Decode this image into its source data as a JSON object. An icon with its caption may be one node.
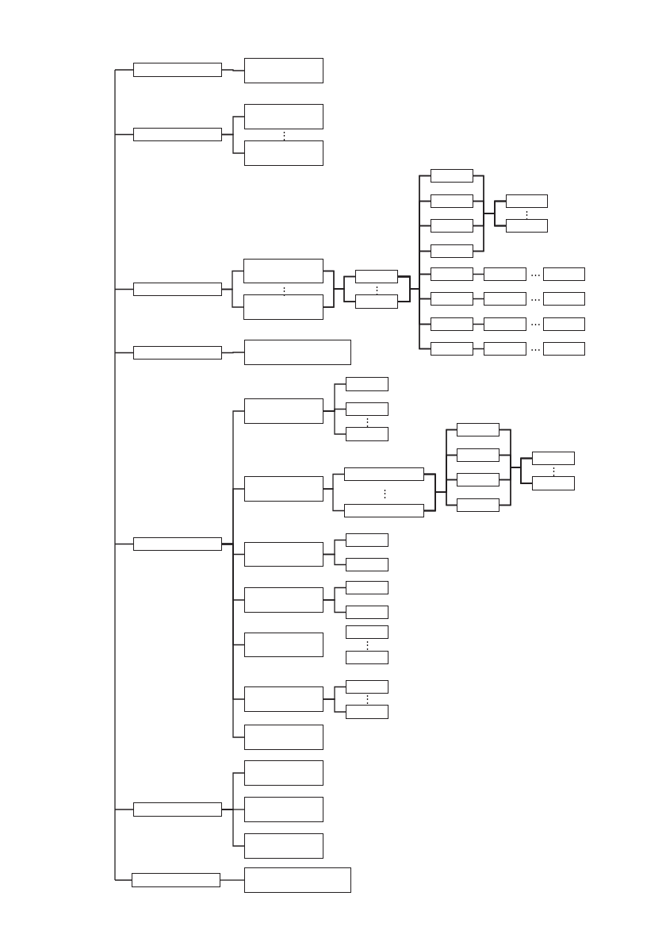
{
  "diagram": {
    "nodes": [
      {
        "text": [],
        "shape": "box"
      },
      {
        "text": [],
        "shape": "box"
      },
      {
        "text": [],
        "shape": "box"
      },
      {
        "text": [],
        "shape": "box"
      },
      {
        "text": [],
        "shape": "box"
      },
      {
        "text": [],
        "shape": "box"
      },
      {
        "text": [],
        "shape": "box"
      },
      {
        "text": [],
        "shape": "box"
      },
      {
        "text": [],
        "shape": "box"
      },
      {
        "text": [],
        "shape": "box"
      },
      {
        "text": [],
        "shape": "box"
      },
      {
        "text": [],
        "shape": "box"
      },
      {
        "text": [],
        "shape": "box"
      },
      {
        "text": [],
        "shape": "box"
      },
      {
        "text": [],
        "shape": "box"
      },
      {
        "text": [],
        "shape": "box"
      },
      {
        "text": [],
        "shape": "box"
      },
      {
        "text": [],
        "shape": "box"
      },
      {
        "text": [],
        "shape": "box"
      },
      {
        "text": [],
        "shape": "box"
      },
      {
        "text": [],
        "shape": "box"
      },
      {
        "text": [],
        "shape": "box"
      },
      {
        "text": [],
        "shape": "box"
      },
      {
        "text": [],
        "shape": "box"
      },
      {
        "text": [],
        "shape": "box"
      },
      {
        "text": [],
        "shape": "box"
      },
      {
        "text": [],
        "shape": "box"
      },
      {
        "text": [],
        "shape": "box"
      },
      {
        "text": [],
        "shape": "box"
      },
      {
        "text": [],
        "shape": "box"
      },
      {
        "text": [],
        "shape": "box"
      },
      {
        "text": [],
        "shape": "box"
      },
      {
        "text": [],
        "shape": "box"
      },
      {
        "text": [],
        "shape": "box"
      },
      {
        "text": [],
        "shape": "box"
      },
      {
        "text": [],
        "shape": "box"
      },
      {
        "text": [],
        "shape": "box"
      },
      {
        "text": [],
        "shape": "box"
      },
      {
        "text": [],
        "shape": "box"
      },
      {
        "text": [],
        "shape": "box"
      },
      {
        "text": [],
        "shape": "box"
      },
      {
        "text": [],
        "shape": "box"
      },
      {
        "text": [],
        "shape": "box"
      },
      {
        "text": [],
        "shape": "box"
      },
      {
        "text": [],
        "shape": "box"
      },
      {
        "text": [],
        "shape": "box"
      },
      {
        "text": [],
        "shape": "box"
      },
      {
        "text": [],
        "shape": "box"
      },
      {
        "text": [],
        "shape": "box"
      },
      {
        "text": [],
        "shape": "box"
      },
      {
        "text": [],
        "shape": "box"
      },
      {
        "text": [],
        "shape": "box"
      },
      {
        "text": [],
        "shape": "box"
      },
      {
        "text": [],
        "shape": "box"
      },
      {
        "text": [],
        "shape": "box"
      },
      {
        "text": [],
        "shape": "box"
      },
      {
        "text": [],
        "shape": "box"
      },
      {
        "text": [],
        "shape": "box"
      },
      {
        "text": [],
        "shape": "box"
      },
      {
        "text": [],
        "shape": "box"
      },
      {
        "text": [],
        "shape": "box"
      },
      {
        "text": [],
        "shape": "box"
      },
      {
        "text": [],
        "shape": "box"
      }
    ],
    "edges": [
      {
        "from": 0,
        "to": 1,
        "arrow": "none"
      },
      {
        "from": 2,
        "to": 3,
        "arrow": "none"
      },
      {
        "from": 2,
        "to": 4,
        "arrow": "none"
      },
      {
        "from": 5,
        "to": 6,
        "arrow": "none"
      },
      {
        "from": 5,
        "to": 7,
        "arrow": "none"
      },
      {
        "from": 6,
        "to": 8,
        "arrow": "none"
      },
      {
        "from": 6,
        "to": 9,
        "arrow": "none"
      },
      {
        "from": 7,
        "to": 8,
        "arrow": "none"
      },
      {
        "from": 7,
        "to": 9,
        "arrow": "none"
      },
      {
        "from": 8,
        "to": 10,
        "arrow": "none"
      },
      {
        "from": 8,
        "to": 11,
        "arrow": "none"
      },
      {
        "from": 8,
        "to": 12,
        "arrow": "none"
      },
      {
        "from": 8,
        "to": 13,
        "arrow": "none"
      },
      {
        "from": 8,
        "to": 14,
        "arrow": "none"
      },
      {
        "from": 8,
        "to": 15,
        "arrow": "none"
      },
      {
        "from": 8,
        "to": 16,
        "arrow": "none"
      },
      {
        "from": 8,
        "to": 17,
        "arrow": "none"
      },
      {
        "from": 9,
        "to": 10,
        "arrow": "none"
      },
      {
        "from": 9,
        "to": 11,
        "arrow": "none"
      },
      {
        "from": 9,
        "to": 12,
        "arrow": "none"
      },
      {
        "from": 9,
        "to": 13,
        "arrow": "none"
      },
      {
        "from": 9,
        "to": 14,
        "arrow": "none"
      },
      {
        "from": 9,
        "to": 15,
        "arrow": "none"
      },
      {
        "from": 9,
        "to": 16,
        "arrow": "none"
      },
      {
        "from": 9,
        "to": 17,
        "arrow": "none"
      },
      {
        "from": 10,
        "to": 18,
        "arrow": "none"
      },
      {
        "from": 10,
        "to": 19,
        "arrow": "none"
      },
      {
        "from": 11,
        "to": 18,
        "arrow": "none"
      },
      {
        "from": 11,
        "to": 19,
        "arrow": "none"
      },
      {
        "from": 12,
        "to": 18,
        "arrow": "none"
      },
      {
        "from": 12,
        "to": 19,
        "arrow": "none"
      },
      {
        "from": 13,
        "to": 18,
        "arrow": "none"
      },
      {
        "from": 13,
        "to": 19,
        "arrow": "none"
      },
      {
        "from": 14,
        "to": 20,
        "arrow": "none"
      },
      {
        "from": 15,
        "to": 22,
        "arrow": "none"
      },
      {
        "from": 16,
        "to": 24,
        "arrow": "none"
      },
      {
        "from": 17,
        "to": 26,
        "arrow": "none"
      },
      {
        "from": 28,
        "to": 29,
        "arrow": "none"
      },
      {
        "from": 30,
        "to": 31,
        "arrow": "none"
      },
      {
        "from": 31,
        "to": 32,
        "arrow": "none"
      },
      {
        "from": 31,
        "to": 33,
        "arrow": "none"
      },
      {
        "from": 31,
        "to": 34,
        "arrow": "none"
      },
      {
        "from": 30,
        "to": 35,
        "arrow": "none"
      },
      {
        "from": 35,
        "to": 36,
        "arrow": "none"
      },
      {
        "from": 35,
        "to": 37,
        "arrow": "none"
      },
      {
        "from": 36,
        "to": 38,
        "arrow": "none"
      },
      {
        "from": 36,
        "to": 39,
        "arrow": "none"
      },
      {
        "from": 36,
        "to": 40,
        "arrow": "none"
      },
      {
        "from": 36,
        "to": 41,
        "arrow": "none"
      },
      {
        "from": 37,
        "to": 38,
        "arrow": "none"
      },
      {
        "from": 37,
        "to": 39,
        "arrow": "none"
      },
      {
        "from": 37,
        "to": 40,
        "arrow": "none"
      },
      {
        "from": 37,
        "to": 41,
        "arrow": "none"
      },
      {
        "from": 38,
        "to": 42,
        "arrow": "none"
      },
      {
        "from": 38,
        "to": 43,
        "arrow": "none"
      },
      {
        "from": 39,
        "to": 42,
        "arrow": "none"
      },
      {
        "from": 39,
        "to": 43,
        "arrow": "none"
      },
      {
        "from": 40,
        "to": 42,
        "arrow": "none"
      },
      {
        "from": 40,
        "to": 43,
        "arrow": "none"
      },
      {
        "from": 41,
        "to": 42,
        "arrow": "none"
      },
      {
        "from": 41,
        "to": 43,
        "arrow": "none"
      },
      {
        "from": 30,
        "to": 44,
        "arrow": "none"
      },
      {
        "from": 44,
        "to": 45,
        "arrow": "none"
      },
      {
        "from": 44,
        "to": 46,
        "arrow": "none"
      },
      {
        "from": 30,
        "to": 47,
        "arrow": "none"
      },
      {
        "from": 47,
        "to": 48,
        "arrow": "none"
      },
      {
        "from": 47,
        "to": 49,
        "arrow": "none"
      },
      {
        "from": 30,
        "to": 50,
        "arrow": "none"
      },
      {
        "from": 30,
        "to": 53,
        "arrow": "none"
      },
      {
        "from": 53,
        "to": 54,
        "arrow": "none"
      },
      {
        "from": 53,
        "to": 55,
        "arrow": "none"
      },
      {
        "from": 30,
        "to": 56,
        "arrow": "none"
      },
      {
        "from": 57,
        "to": 58,
        "arrow": "none"
      },
      {
        "from": 57,
        "to": 59,
        "arrow": "none"
      },
      {
        "from": 57,
        "to": 60,
        "arrow": "none"
      },
      {
        "from": 61,
        "to": 62,
        "arrow": "none"
      }
    ],
    "labels": [
      "⋮",
      "⋮",
      "⋯",
      "⋮",
      "⋮",
      "⋯",
      "⋯",
      "⋯",
      "⋮",
      "⋮",
      "⋮",
      "⋮",
      "⋮"
    ]
  }
}
